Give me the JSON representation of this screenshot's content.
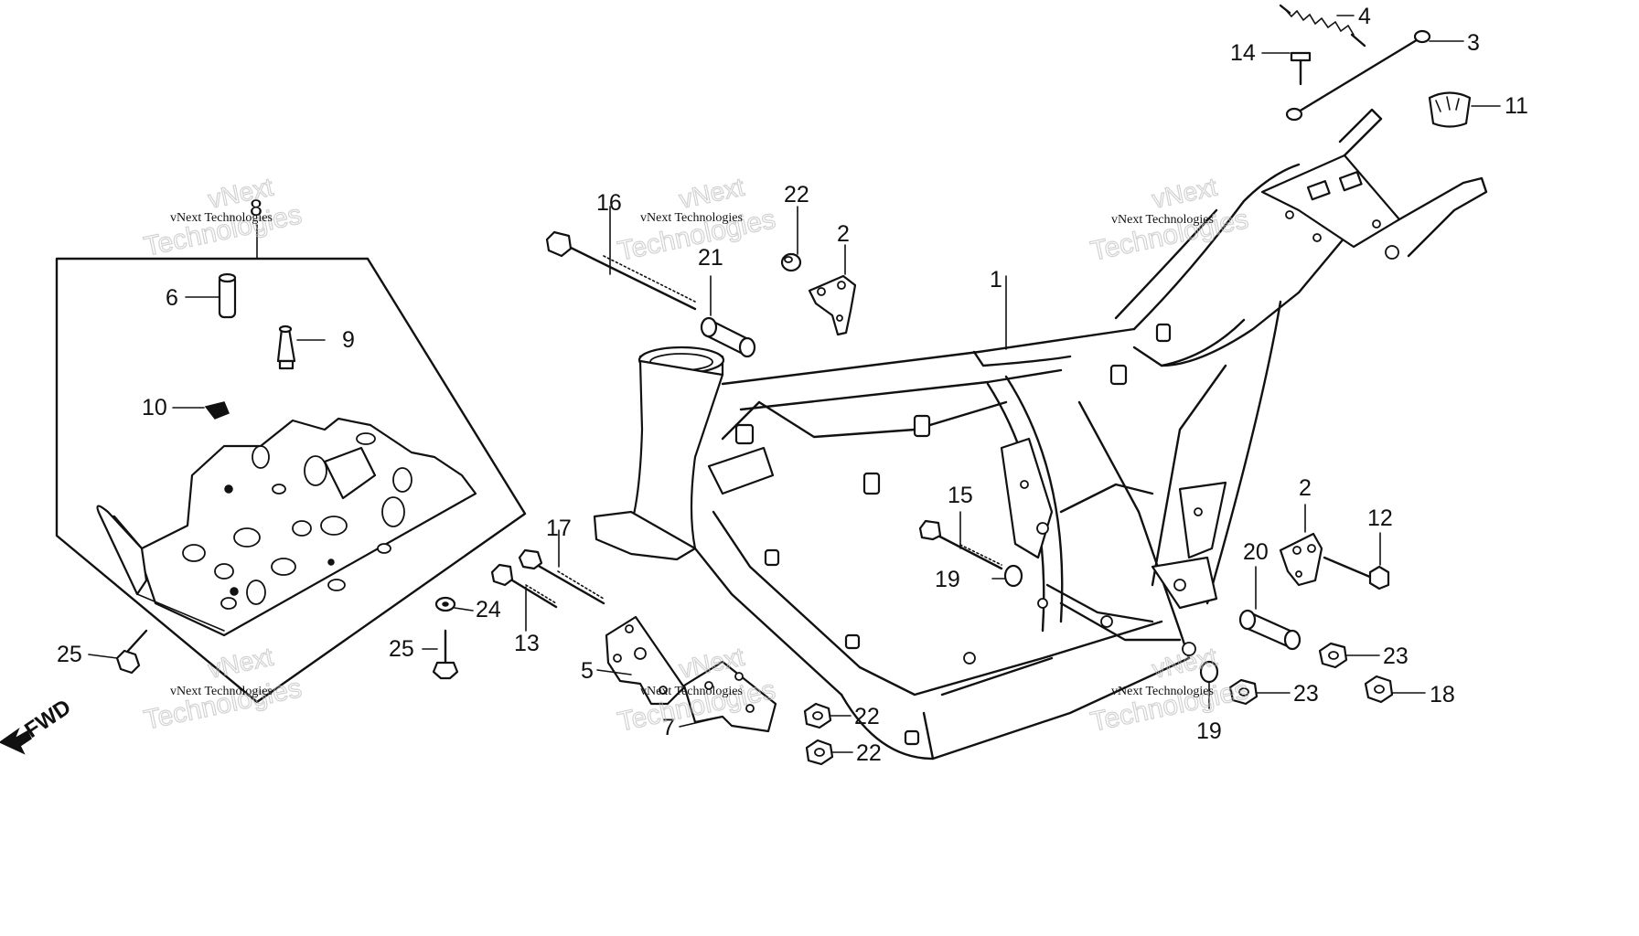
{
  "fwd_label": "FWD",
  "watermarks": [
    {
      "small": "vNext Technologies",
      "big_top": "vNext",
      "big_bottom": "Technologies"
    },
    {
      "small": "vNext Technologies",
      "big_top": "vNext",
      "big_bottom": "Technologies"
    },
    {
      "small": "vNext Technologies",
      "big_top": "vNext",
      "big_bottom": "Technologies"
    },
    {
      "small": "vNext Technologies",
      "big_top": "vNext",
      "big_bottom": "Technologies"
    },
    {
      "small": "vNext Technologies",
      "big_top": "vNext",
      "big_bottom": "Technologies"
    },
    {
      "small": "vNext Technologies",
      "big_top": "vNext",
      "big_bottom": "Technologies"
    }
  ],
  "callouts": {
    "c1": "1",
    "c2a": "2",
    "c2b": "2",
    "c3": "3",
    "c4": "4",
    "c5": "5",
    "c6": "6",
    "c7": "7",
    "c8": "8",
    "c9": "9",
    "c10": "10",
    "c11": "11",
    "c12": "12",
    "c13": "13",
    "c14": "14",
    "c15": "15",
    "c16": "16",
    "c17": "17",
    "c18": "18",
    "c19a": "19",
    "c19b": "19",
    "c20": "20",
    "c21": "21",
    "c22a": "22",
    "c22b": "22",
    "c22c": "22",
    "c23a": "23",
    "c23b": "23",
    "c24": "24",
    "c25a": "25",
    "c25b": "25"
  }
}
